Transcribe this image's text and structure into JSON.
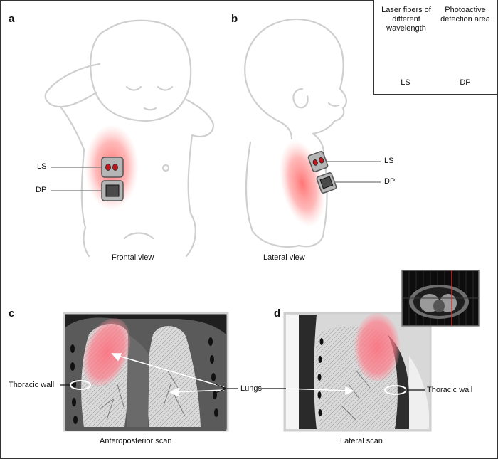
{
  "panels": {
    "a": {
      "letter": "a",
      "caption": "Frontal view",
      "ls_label": "LS",
      "dp_label": "DP"
    },
    "b": {
      "letter": "b",
      "caption": "Lateral view",
      "ls_label": "LS",
      "dp_label": "DP"
    },
    "c": {
      "letter": "c",
      "caption": "Anteroposterior scan",
      "thoracic_wall_label": "Thoracic wall"
    },
    "d": {
      "letter": "d",
      "caption": "Lateral scan",
      "thoracic_wall_label": "Thoracic wall"
    }
  },
  "lungs_label": "Lungs",
  "legend": {
    "laser_fibers": "Laser fibers of different wavelength",
    "photoactive_area": "Photoactive detection area",
    "ls_label": "LS",
    "dp_label": "DP"
  },
  "colors": {
    "glow": "#ff6b6b",
    "sensor_fill": "#b5b5b5",
    "fiber_dot": "#c0161b",
    "outline": "#c8c8c8"
  }
}
